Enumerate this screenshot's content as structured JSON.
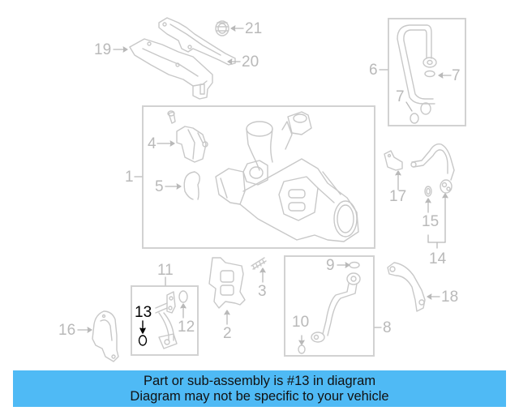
{
  "diagram": {
    "title": "Turbocharger assembly parts diagram",
    "stroke_color": "#c8c8c8",
    "label_color": "#b9b9b9",
    "highlight_color": "#000000",
    "highlighted_part": "13",
    "callouts": [
      {
        "num": "1",
        "part": "turbocharger"
      },
      {
        "num": "2",
        "part": "gasket"
      },
      {
        "num": "3",
        "part": "stud"
      },
      {
        "num": "4",
        "part": "actuator"
      },
      {
        "num": "5",
        "part": "clamp"
      },
      {
        "num": "6",
        "part": "oil-feed-line"
      },
      {
        "num": "7",
        "part": "seal"
      },
      {
        "num": "7",
        "part": "seal"
      },
      {
        "num": "8",
        "part": "oil-return-line"
      },
      {
        "num": "9",
        "part": "seal"
      },
      {
        "num": "10",
        "part": "seal"
      },
      {
        "num": "11",
        "part": "coolant-pipe"
      },
      {
        "num": "12",
        "part": "seal"
      },
      {
        "num": "13",
        "part": "o-ring"
      },
      {
        "num": "14",
        "part": "coolant-pipe"
      },
      {
        "num": "15",
        "part": "seal"
      },
      {
        "num": "16",
        "part": "heat-shield"
      },
      {
        "num": "17",
        "part": "bracket"
      },
      {
        "num": "18",
        "part": "bracket"
      },
      {
        "num": "19",
        "part": "heat-shield"
      },
      {
        "num": "20",
        "part": "heat-shield"
      },
      {
        "num": "21",
        "part": "plug"
      }
    ]
  },
  "labels": {
    "l1": "1",
    "l2": "2",
    "l3": "3",
    "l4": "4",
    "l5": "5",
    "l6": "6",
    "l7a": "7",
    "l7b": "7",
    "l8": "8",
    "l9": "9",
    "l10": "10",
    "l11": "11",
    "l12": "12",
    "l13": "13",
    "l14": "14",
    "l15": "15",
    "l16": "16",
    "l17": "17",
    "l18": "18",
    "l19": "19",
    "l20": "20",
    "l21": "21"
  },
  "banner": {
    "line1": "Part or sub-assembly is #13 in diagram",
    "line2": "Diagram may not be specific to your vehicle",
    "background": "#4fbaf5"
  }
}
